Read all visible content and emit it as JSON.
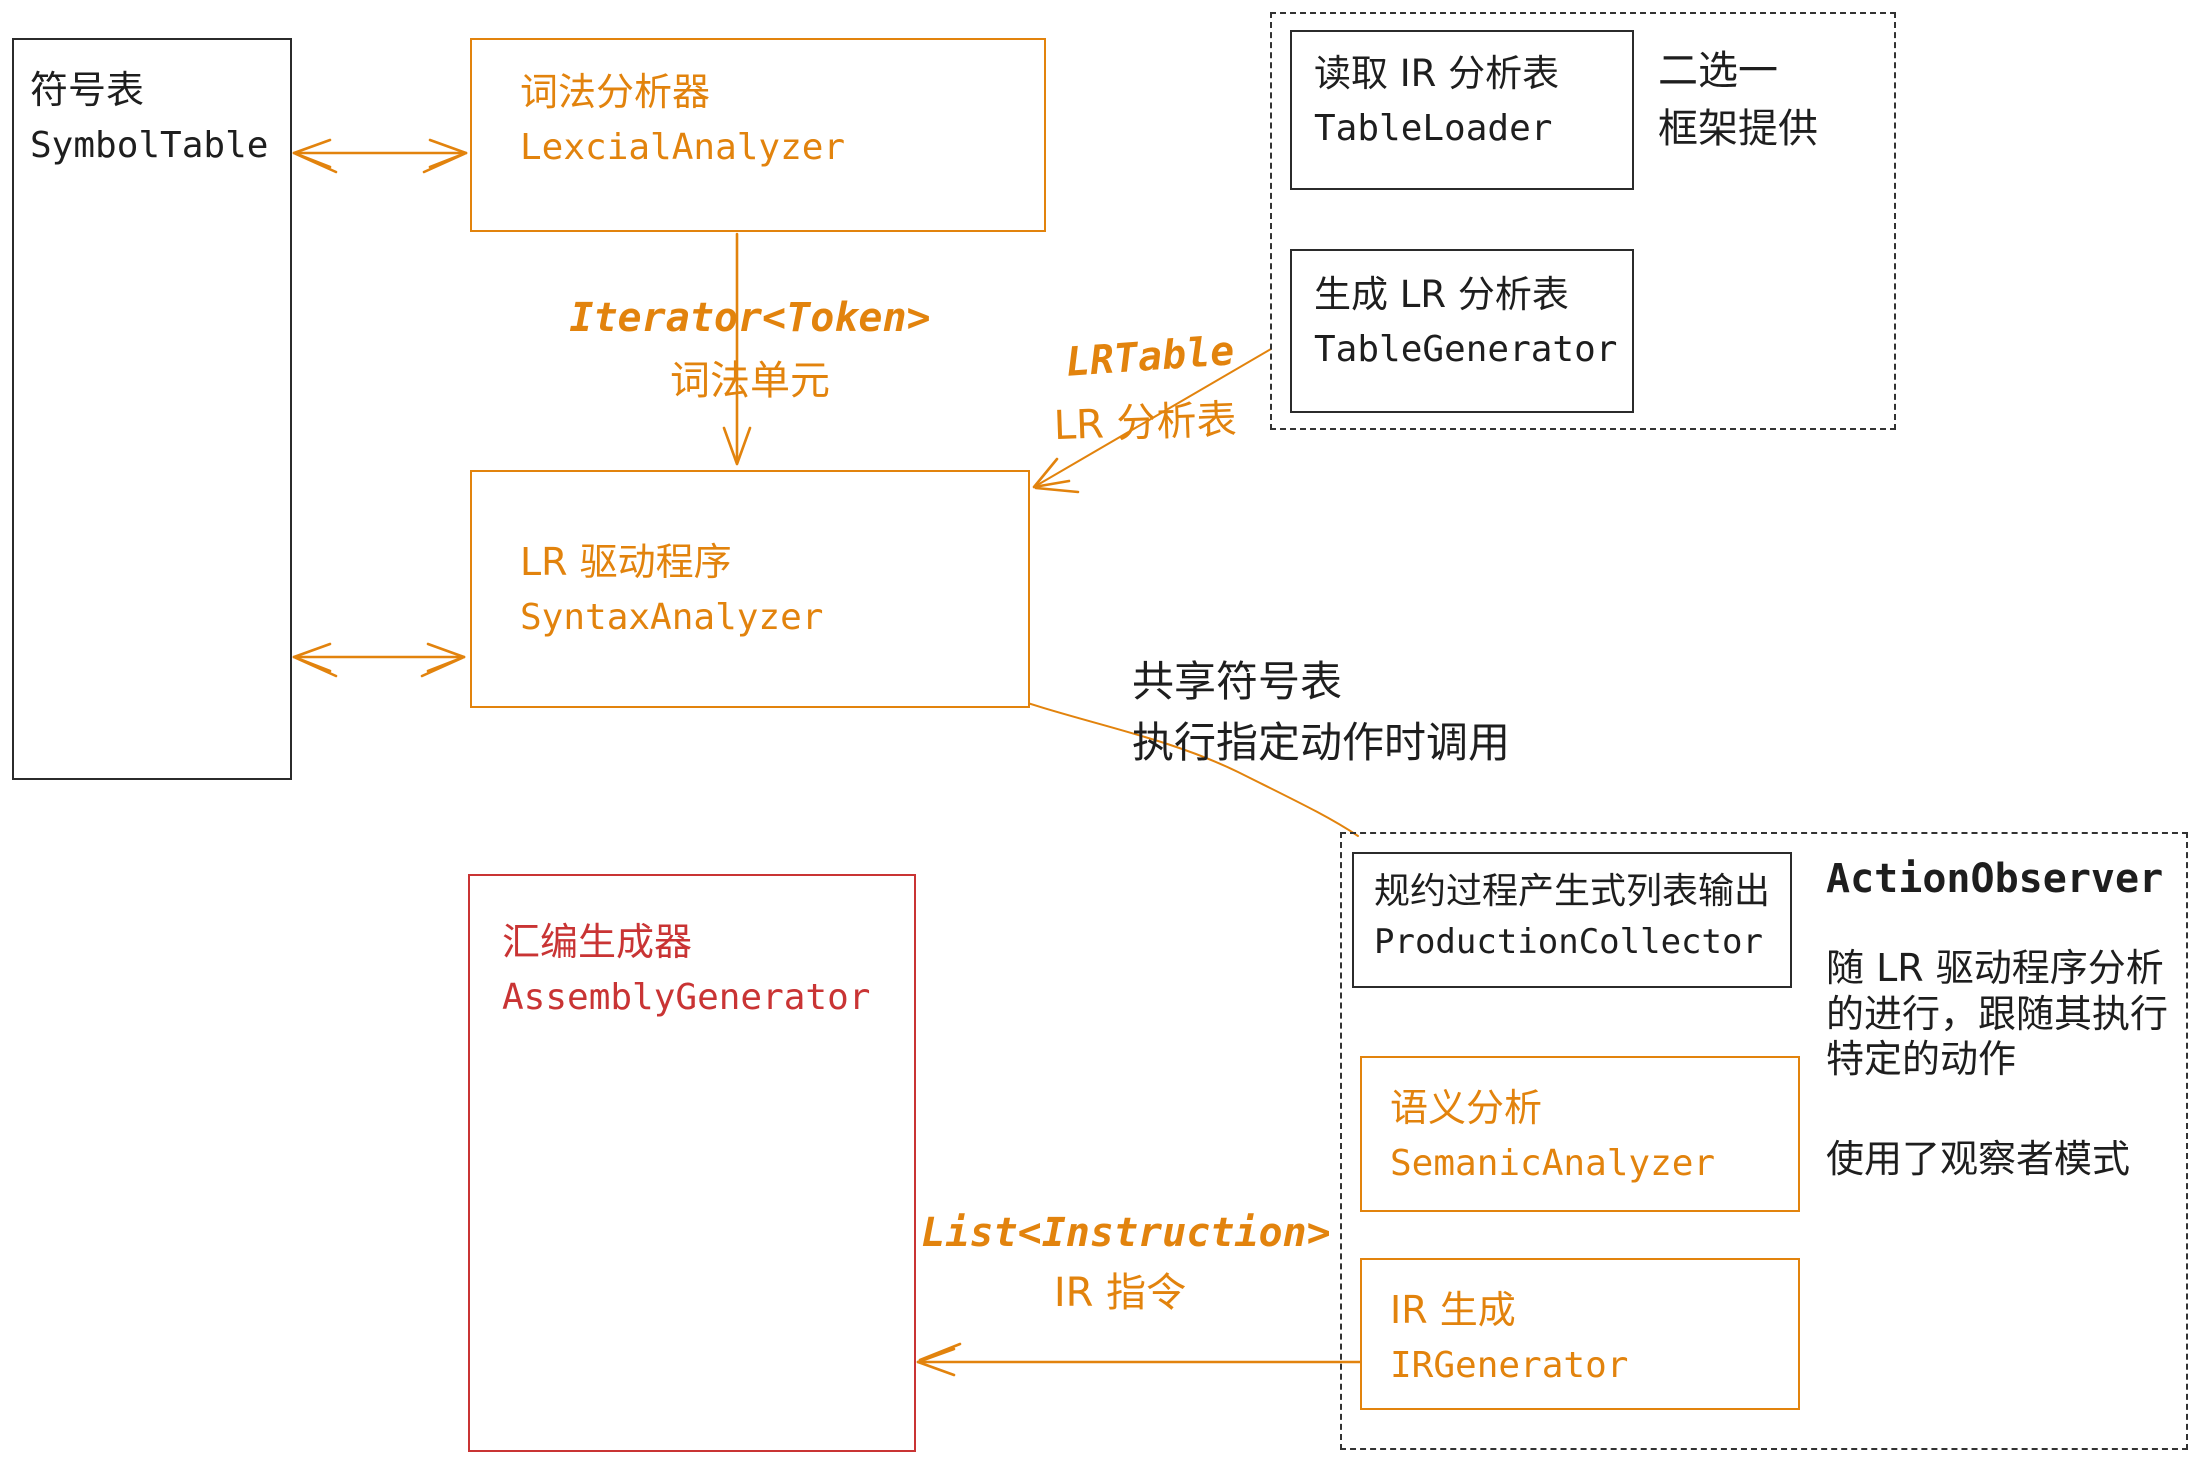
{
  "colors": {
    "orange": "#e2830d",
    "red": "#c93434",
    "ink": "#1e1e1e"
  },
  "boxes": {
    "symbol_table": {
      "zh": "符号表",
      "en": "SymbolTable"
    },
    "lexical_analyzer": {
      "zh": "词法分析器",
      "en": "LexcialAnalyzer"
    },
    "syntax_analyzer": {
      "zh": "LR 驱动程序",
      "en": "SyntaxAnalyzer"
    },
    "assembly_generator": {
      "zh": "汇编生成器",
      "en": "AssemblyGenerator"
    },
    "table_loader": {
      "zh": "读取 IR 分析表",
      "en": "TableLoader"
    },
    "table_generator": {
      "zh": "生成 LR 分析表",
      "en": "TableGenerator"
    },
    "production_collector": {
      "zh": "规约过程产生式列表输出",
      "en": "ProductionCollector"
    },
    "semantic_analyzer": {
      "zh": "语义分析",
      "en": "SemanicAnalyzer"
    },
    "ir_generator": {
      "zh": "IR 生成",
      "en": "IRGenerator"
    }
  },
  "annotations": {
    "choice": {
      "line1": "二选一",
      "line2": "框架提供"
    },
    "token_flow": {
      "en": "Iterator<Token>",
      "zh": "词法单元"
    },
    "lr_table_flow": {
      "en": "LRTable",
      "zh": "LR 分析表"
    },
    "shared_symbol": {
      "line1": "共享符号表",
      "line2": "执行指定动作时调用"
    },
    "ir_flow": {
      "en": "List<Instruction>",
      "zh": "IR 指令"
    },
    "action_observer": {
      "title": "ActionObserver",
      "body1": "随 LR 驱动程序分析",
      "body2": "的进行，跟随其执行",
      "body3": "特定的动作",
      "body4": "使用了观察者模式"
    }
  }
}
